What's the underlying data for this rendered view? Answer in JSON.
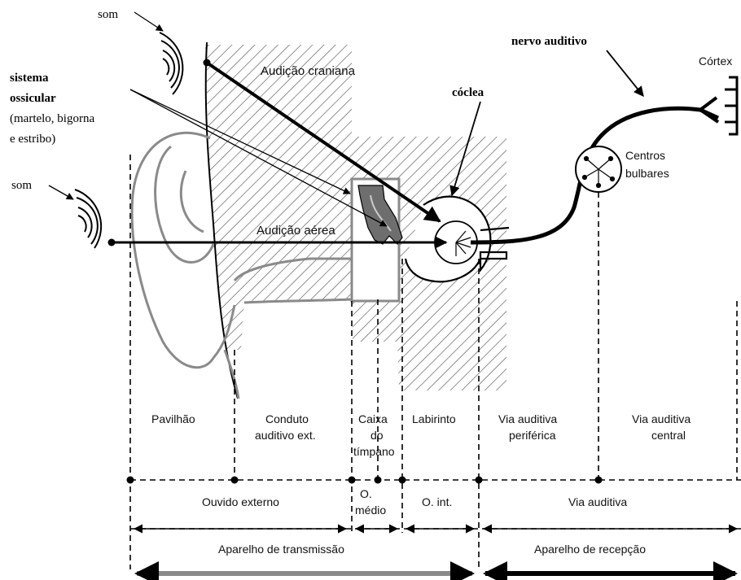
{
  "labels": {
    "som_top": "som",
    "som_left": "som",
    "sistema_ossicular": "sistema",
    "sistema_ossicular_2": "ossicular",
    "ossicles_paren_1": "(martelo, bigorna",
    "ossicles_paren_2": "e estribo)",
    "audicao_craniana": "Audição craniana",
    "audicao_aerea": "Audição aérea",
    "coclea": "cóclea",
    "nervo_auditivo": "nervo auditivo",
    "cortex": "Córtex",
    "centros_bulbares_1": "Centros",
    "centros_bulbares_2": "bulbares"
  },
  "sections": {
    "pavilhao": "Pavilhão",
    "conduto_1": "Conduto",
    "conduto_2": "auditivo ext.",
    "caixa_1": "Caixa",
    "caixa_2": "do",
    "caixa_3": "tímpano",
    "labirinto": "Labirinto",
    "via_perif_1": "Via auditiva",
    "via_perif_2": "periférica",
    "via_central_1": "Via auditiva",
    "via_central_2": "central"
  },
  "groups": {
    "ouvido_externo": "Ouvido externo",
    "o_medio_1": "O.",
    "o_medio_2": "médio",
    "o_int": "O. int.",
    "via_auditiva": "Via auditiva"
  },
  "apparatus": {
    "transmissao": "Aparelho de transmissão",
    "recepcao": "Aparelho de recepção"
  },
  "colors": {
    "ear_outline": "#8a8a8a",
    "hatch": "#555555",
    "ossicle_fill": "#6e6e6e",
    "transmission_arrow": "#8a8a8a",
    "reception_arrow": "#000000"
  }
}
